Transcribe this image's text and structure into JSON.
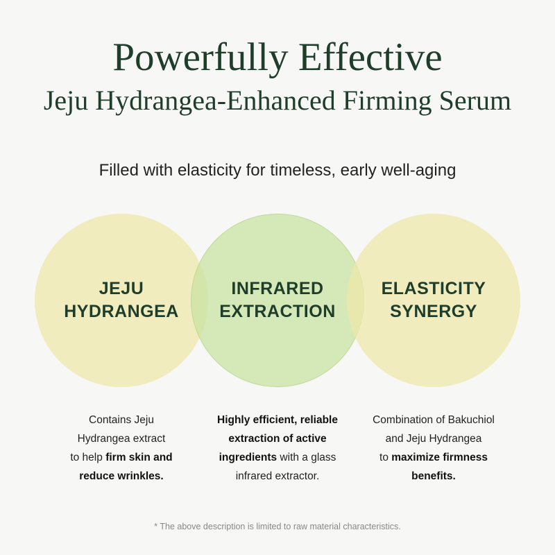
{
  "header": {
    "title": "Powerfully Effective",
    "subtitle": "Jeju Hydrangea-Enhanced Firming Serum"
  },
  "tagline": "Filled with elasticity for timeless, early well-aging",
  "circles": [
    {
      "label": "JEJU\nHYDRANGEA",
      "color": "#eee8aa"
    },
    {
      "label": "INFRARED\nEXTRACTION",
      "color": "#c8e2a0"
    },
    {
      "label": "ELASTICITY\nSYNERGY",
      "color": "#eee8aa"
    }
  ],
  "descriptions": [
    {
      "parts": [
        {
          "text": "Contains Jeju",
          "bold": false
        },
        {
          "text": "\n",
          "bold": false
        },
        {
          "text": "Hydrangea extract",
          "bold": false
        },
        {
          "text": "\n",
          "bold": false
        },
        {
          "text": "to help ",
          "bold": false
        },
        {
          "text": "firm skin and",
          "bold": true
        },
        {
          "text": "\n",
          "bold": false
        },
        {
          "text": "reduce wrinkles.",
          "bold": true
        }
      ]
    },
    {
      "parts": [
        {
          "text": "Highly efficient, reliable",
          "bold": true
        },
        {
          "text": "\n",
          "bold": false
        },
        {
          "text": "extraction of active",
          "bold": true
        },
        {
          "text": "\n",
          "bold": false
        },
        {
          "text": "ingredients",
          "bold": true
        },
        {
          "text": " with a glass",
          "bold": false
        },
        {
          "text": "\n",
          "bold": false
        },
        {
          "text": "infrared extractor.",
          "bold": false
        }
      ]
    },
    {
      "parts": [
        {
          "text": "Combination of Bakuchiol",
          "bold": false
        },
        {
          "text": "\n",
          "bold": false
        },
        {
          "text": "and Jeju Hydrangea",
          "bold": false
        },
        {
          "text": "\n",
          "bold": false
        },
        {
          "text": "to ",
          "bold": false
        },
        {
          "text": "maximize firmness",
          "bold": true
        },
        {
          "text": "\n",
          "bold": false
        },
        {
          "text": "benefits.",
          "bold": true
        }
      ]
    }
  ],
  "footnote": "* The above description is limited to raw material characteristics."
}
